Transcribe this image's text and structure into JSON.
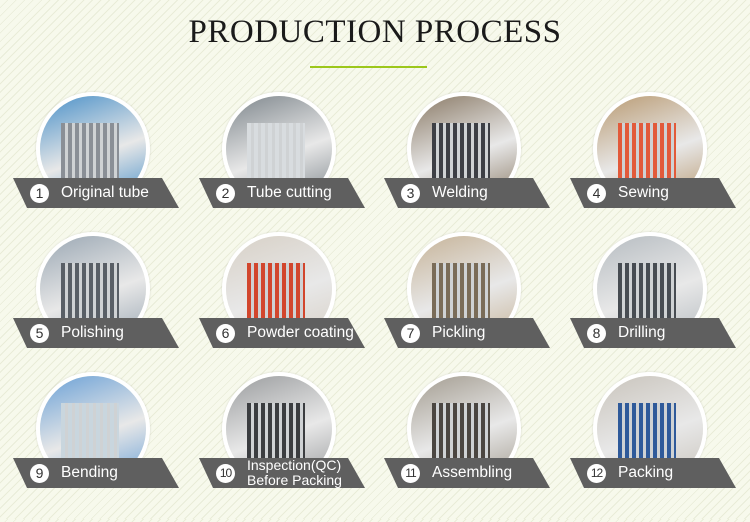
{
  "title": "PRODUCTION PROCESS",
  "accent_color": "#9cc71b",
  "banner_color": "#5f5f5f",
  "steps": [
    {
      "num": "1",
      "label": "Original tube",
      "colors": [
        "#4a90c8",
        "#8a8f96"
      ]
    },
    {
      "num": "2",
      "label": "Tube cutting",
      "colors": [
        "#7e868c",
        "#d8dcdf"
      ]
    },
    {
      "num": "3",
      "label": "Welding",
      "colors": [
        "#8a7a66",
        "#3d3f45"
      ]
    },
    {
      "num": "4",
      "label": "Sewing",
      "colors": [
        "#b99a72",
        "#e25a3a"
      ]
    },
    {
      "num": "5",
      "label": "Polishing",
      "colors": [
        "#9aa7b3",
        "#595f66"
      ]
    },
    {
      "num": "6",
      "label": "Powder coating",
      "colors": [
        "#d7d0c6",
        "#d2462d"
      ]
    },
    {
      "num": "7",
      "label": "Pickling",
      "colors": [
        "#c6b398",
        "#7a6c58"
      ]
    },
    {
      "num": "8",
      "label": "Drilling",
      "colors": [
        "#b6bcc1",
        "#474c52"
      ]
    },
    {
      "num": "9",
      "label": "Bending",
      "colors": [
        "#6aa0d6",
        "#c9d6de"
      ]
    },
    {
      "num": "10",
      "label_line1": "Inspection(QC)",
      "label_line2": "Before Packing",
      "colors": [
        "#9a9c9e",
        "#3b3d40"
      ]
    },
    {
      "num": "11",
      "label": "Assembling",
      "colors": [
        "#a39c90",
        "#4b4641"
      ]
    },
    {
      "num": "12",
      "label": "Packing",
      "colors": [
        "#c9c4bc",
        "#2f5a9a"
      ]
    }
  ]
}
